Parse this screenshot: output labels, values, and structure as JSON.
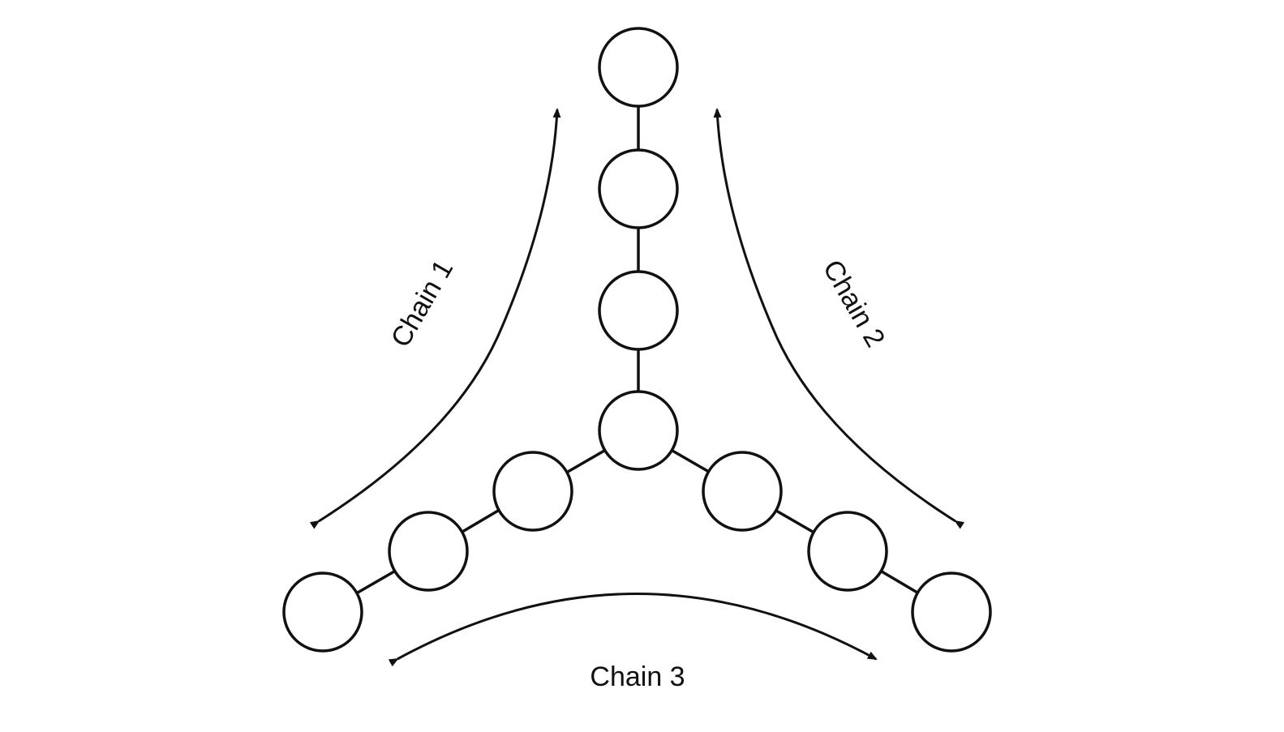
{
  "labels": {
    "chain1": "Chain 1",
    "chain2": "Chain 2",
    "chain3": "Chain 3"
  },
  "colors": {
    "stroke": "#111111",
    "background": "#ffffff"
  }
}
